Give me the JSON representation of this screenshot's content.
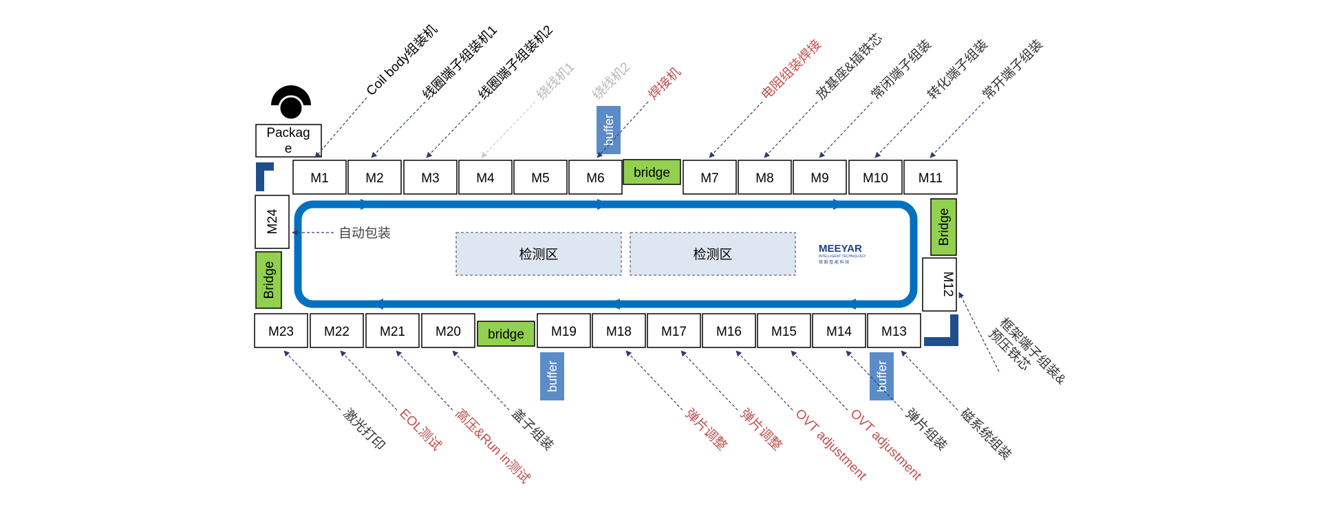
{
  "stations_top": [
    {
      "id": "M1"
    },
    {
      "id": "M2"
    },
    {
      "id": "M3"
    },
    {
      "id": "M4"
    },
    {
      "id": "M5"
    },
    {
      "id": "M6"
    },
    {
      "id": "M7"
    },
    {
      "id": "M8"
    },
    {
      "id": "M9"
    },
    {
      "id": "M10"
    },
    {
      "id": "M11"
    }
  ],
  "stations_bottom": [
    {
      "id": "M23"
    },
    {
      "id": "M22"
    },
    {
      "id": "M21"
    },
    {
      "id": "M20"
    },
    {
      "id": "M19"
    },
    {
      "id": "M18"
    },
    {
      "id": "M17"
    },
    {
      "id": "M16"
    },
    {
      "id": "M15"
    },
    {
      "id": "M14"
    },
    {
      "id": "M13"
    }
  ],
  "station_m12": "M12",
  "station_m24": "M24",
  "package_label": "Package",
  "bridge_top": "bridge",
  "bridge_bottom": "bridge",
  "bridge_left": "Bridge",
  "bridge_right": "Bridge",
  "buffer_top": "buffer",
  "buffer_bottom_left": "buffer",
  "buffer_bottom_right": "buffer",
  "auto_pack": "自动包装",
  "inspect_1": "检测区",
  "inspect_2": "检测区",
  "logo": {
    "name": "MEEYAR",
    "sub1": "INTELLIGENT TECHNOLOGY",
    "sub2": "铭  毅  智  能  科  技"
  },
  "labels_top": [
    {
      "text": "Coil body组装机",
      "color": "#000000"
    },
    {
      "text": "线圈端子组装机1",
      "color": "#000000"
    },
    {
      "text": "线圈端子组装机2",
      "color": "#000000"
    },
    {
      "text": "绕线机1",
      "color": "#b8b8b8"
    },
    {
      "text": "绕线机2",
      "color": "#b8b8b8"
    },
    {
      "text": "焊接机",
      "color": "#c0504d"
    },
    {
      "text": "电阻组装焊接",
      "color": "#c0504d"
    },
    {
      "text": "放基座&插铁芯",
      "color": "#333333"
    },
    {
      "text": "常闭端子组装",
      "color": "#333333"
    },
    {
      "text": "转化端子组装",
      "color": "#333333"
    },
    {
      "text": "常开端子组装",
      "color": "#333333"
    }
  ],
  "labels_bottom": [
    {
      "text": "激光打印",
      "color": "#333333"
    },
    {
      "text": "EOL测试",
      "color": "#c0504d"
    },
    {
      "text": "高压&Run in测试",
      "color": "#c0504d"
    },
    {
      "text": "盖子组装",
      "color": "#333333"
    },
    {
      "text": "弹片调整",
      "color": "#c0504d"
    },
    {
      "text": "弹片调整",
      "color": "#c0504d"
    },
    {
      "text": "OVT adjustment",
      "color": "#c0504d"
    },
    {
      "text": "OVT adjustment",
      "color": "#c0504d"
    },
    {
      "text": "弹片组装",
      "color": "#333333"
    },
    {
      "text": "磁系统组装",
      "color": "#333333"
    }
  ],
  "label_m12": {
    "line1": "框架端子组装&",
    "line2": "预压铁芯",
    "color": "#333333"
  },
  "colors": {
    "conveyor": "#0070c0",
    "bridge": "#92d050",
    "buffer": "#5b8cc8",
    "corner": "#1f4e8c",
    "inspect": "#dee6f2"
  }
}
